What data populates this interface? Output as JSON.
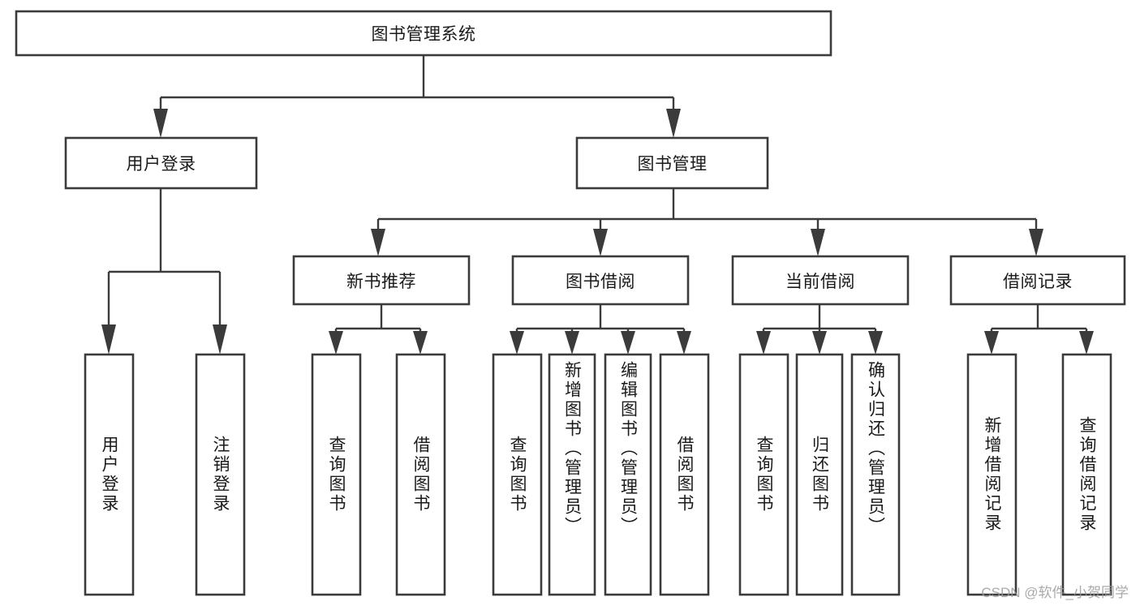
{
  "diagram": {
    "title": "图书管理系统",
    "type": "tree-hierarchy-diagram",
    "colors": {
      "box_stroke": "#3b3b3b",
      "box_fill": "#ffffff",
      "text": "#1a1a1a",
      "background": "#ffffff",
      "watermark": "#9b9b9b"
    },
    "root": {
      "label": "图书管理系统"
    },
    "level2": [
      {
        "label": "用户登录"
      },
      {
        "label": "图书管理"
      }
    ],
    "level3": [
      {
        "label": "新书推荐"
      },
      {
        "label": "图书借阅"
      },
      {
        "label": "当前借阅"
      },
      {
        "label": "借阅记录"
      }
    ],
    "leaves": {
      "user_login": [
        {
          "label": "用户登录"
        },
        {
          "label": "注销登录"
        }
      ],
      "new_book_recommend": [
        {
          "label": "查询图书"
        },
        {
          "label": "借阅图书"
        }
      ],
      "book_borrow": [
        {
          "label": "查询图书"
        },
        {
          "label": "新增图书（管理员）"
        },
        {
          "label": "编辑图书（管理员）"
        },
        {
          "label": "借阅图书"
        }
      ],
      "current_borrow": [
        {
          "label": "查询图书"
        },
        {
          "label": "归还图书"
        },
        {
          "label": "确认归还（管理员）"
        }
      ],
      "borrow_record": [
        {
          "label": "新增借阅记录"
        },
        {
          "label": "查询借阅记录"
        }
      ]
    }
  },
  "watermark": {
    "text": "CSDN @软件_小贺同学"
  }
}
